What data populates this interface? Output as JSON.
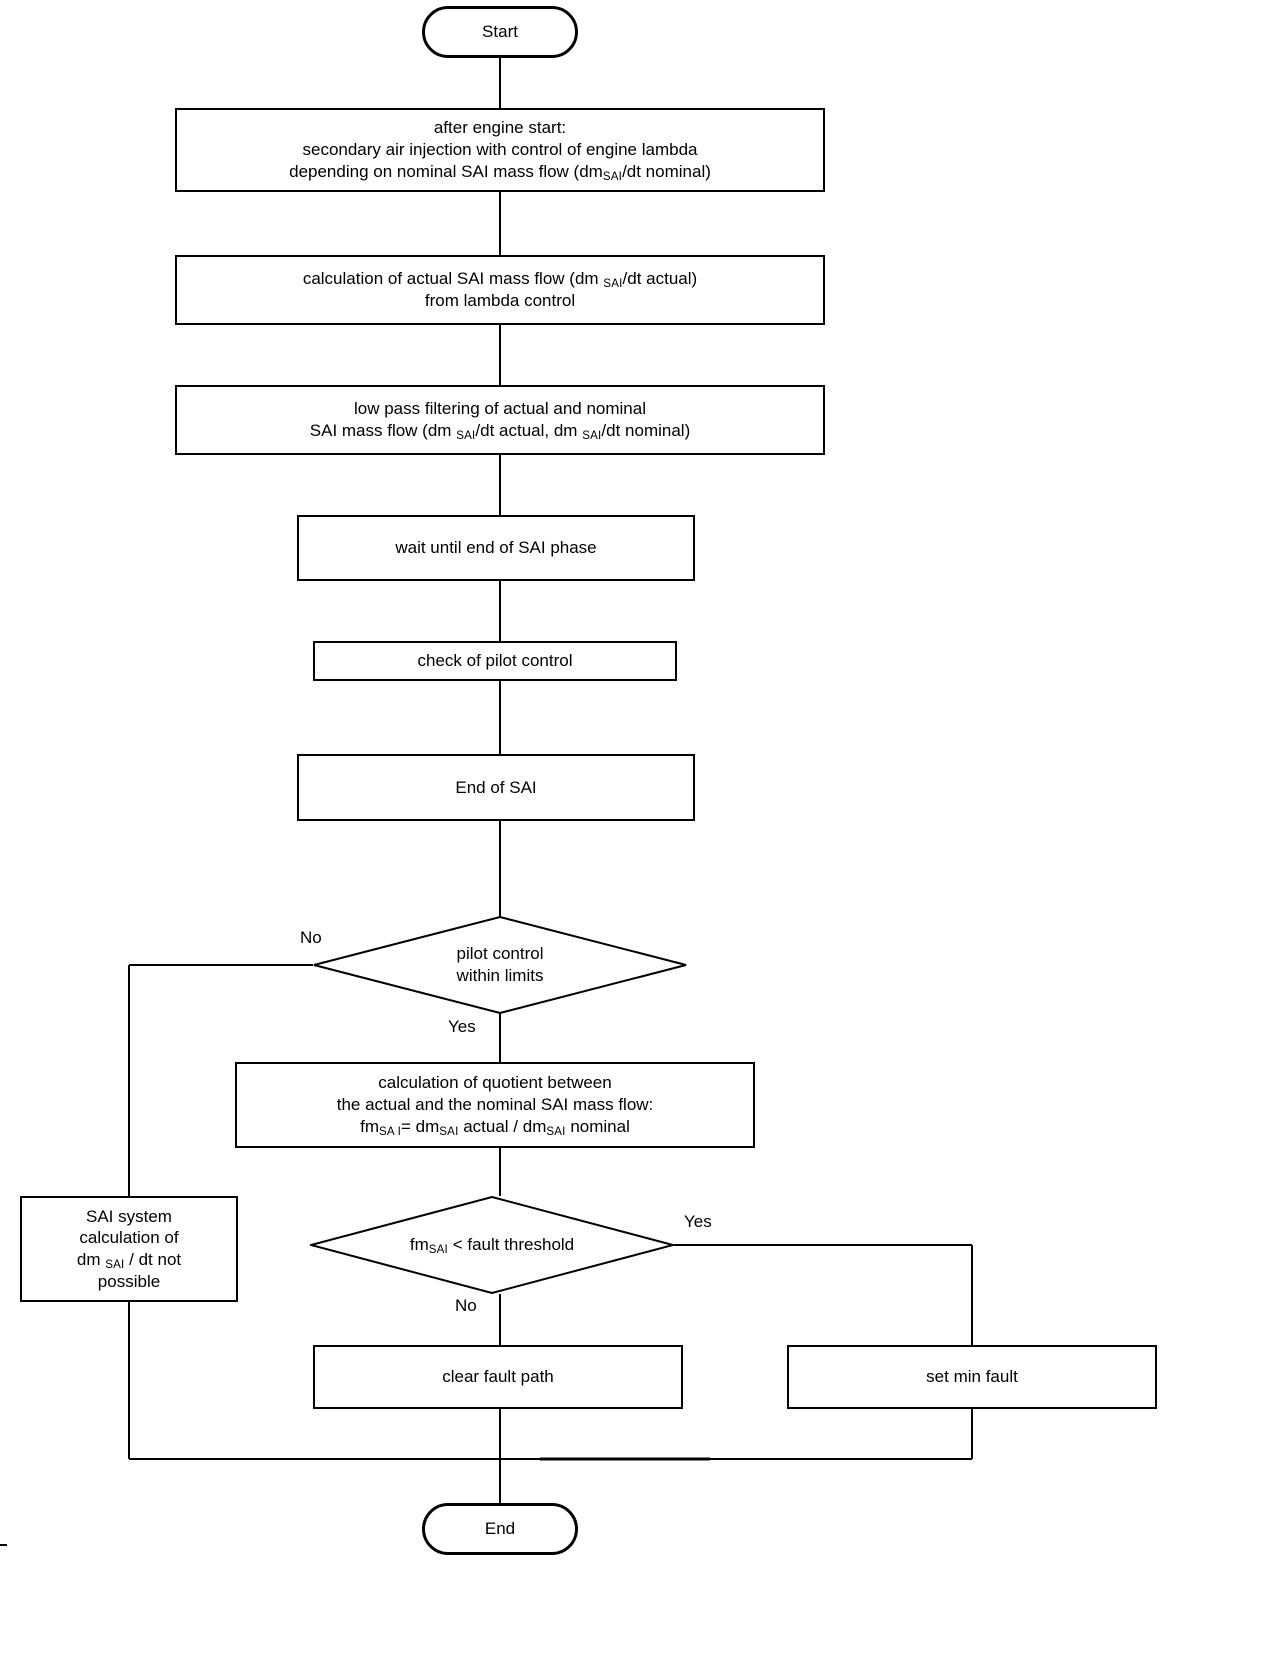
{
  "diagram": {
    "title": "Secondary Air Injection (SAI) diagnostic flowchart",
    "nodes": {
      "start": {
        "label": "Start",
        "shape": "terminator"
      },
      "after_engine_start": {
        "shape": "process",
        "lines": [
          "after engine start:",
          "secondary air injection with control of engine lambda",
          "depending on nominal SAI mass flow (dm|SAI|/dt nominal)"
        ]
      },
      "calc_actual": {
        "shape": "process",
        "lines": [
          "calculation of actual SAI mass flow (dm |SAI|/dt actual)",
          "from lambda control"
        ]
      },
      "low_pass": {
        "shape": "process",
        "lines": [
          "low pass filtering of actual and nominal",
          "SAI mass flow (dm |SAI|/dt actual, dm |SAI|/dt nominal)"
        ]
      },
      "wait_end": {
        "shape": "process",
        "lines": [
          "wait until end of SAI phase"
        ]
      },
      "check_pilot": {
        "shape": "process",
        "lines": [
          "check of pilot control"
        ]
      },
      "end_of_sai": {
        "shape": "process",
        "lines": [
          "End of SAI"
        ]
      },
      "pilot_within_limits": {
        "shape": "decision",
        "lines": [
          "pilot control",
          "within limits"
        ]
      },
      "calc_quotient": {
        "shape": "process",
        "lines": [
          "calculation of quotient between",
          "the actual and the nominal SAI mass flow:",
          "fm|SA I|= dm|SAI| actual / dm|SAI| nominal"
        ]
      },
      "sai_not_possible": {
        "shape": "process",
        "lines": [
          "SAI system",
          "calculation of",
          "dm |SAI| / dt not",
          "possible"
        ]
      },
      "fault_threshold": {
        "shape": "decision",
        "lines": [
          "fm|SAI| < fault threshold"
        ]
      },
      "clear_fault_path": {
        "shape": "process",
        "lines": [
          "clear fault path"
        ]
      },
      "set_min_fault": {
        "shape": "process",
        "lines": [
          "set min fault"
        ]
      },
      "end": {
        "label": "End",
        "shape": "terminator"
      }
    },
    "edge_labels": {
      "pilot_no": "No",
      "pilot_yes": "Yes",
      "threshold_yes": "Yes",
      "threshold_no": "No"
    },
    "colors": {
      "stroke": "#000000",
      "fill": "#ffffff",
      "text": "#000000"
    }
  }
}
